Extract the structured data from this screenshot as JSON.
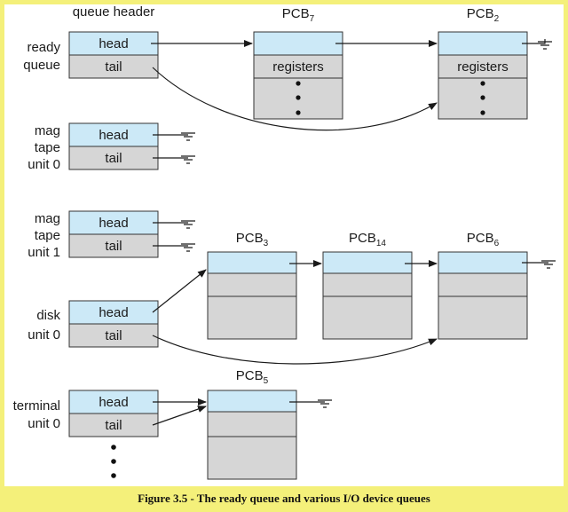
{
  "queue_header_title": "queue header",
  "head_label": "head",
  "tail_label": "tail",
  "registers_label": "registers",
  "queues": [
    {
      "id": "ready",
      "name_lines": [
        "ready",
        "queue"
      ]
    },
    {
      "id": "mag0",
      "name_lines": [
        "mag",
        "tape",
        "unit 0"
      ]
    },
    {
      "id": "mag1",
      "name_lines": [
        "mag",
        "tape",
        "unit 1"
      ]
    },
    {
      "id": "disk",
      "name_lines": [
        "disk",
        "unit 0"
      ]
    },
    {
      "id": "term",
      "name_lines": [
        "terminal",
        "unit 0"
      ]
    }
  ],
  "pcbs": [
    {
      "id": "pcb7",
      "base": "PCB",
      "sub": "7"
    },
    {
      "id": "pcb2",
      "base": "PCB",
      "sub": "2"
    },
    {
      "id": "pcb3",
      "base": "PCB",
      "sub": "3"
    },
    {
      "id": "pcb14",
      "base": "PCB",
      "sub": "14"
    },
    {
      "id": "pcb6",
      "base": "PCB",
      "sub": "6"
    },
    {
      "id": "pcb5",
      "base": "PCB",
      "sub": "5"
    }
  ],
  "caption": "Figure 3.5 - The ready queue and various I/O device queues",
  "colors": {
    "frame": "#f4f07a",
    "head_fill": "#cce9f7",
    "tail_fill": "#d6d6d6",
    "pcb_fill": "#d6d6d6",
    "stroke": "#333333"
  }
}
